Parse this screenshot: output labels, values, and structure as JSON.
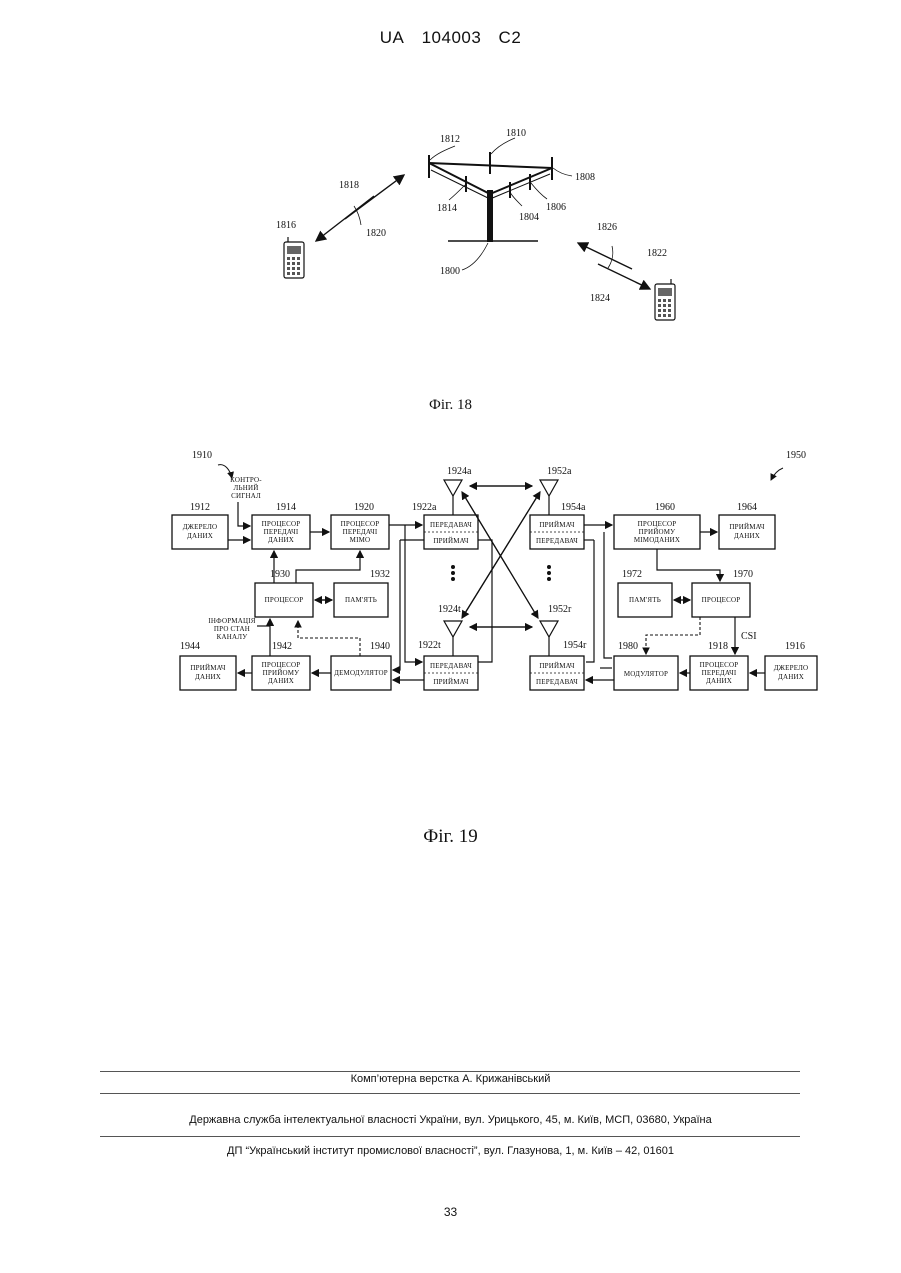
{
  "header": {
    "country": "UA",
    "number": "104003",
    "kind": "C2"
  },
  "fig18": {
    "caption": "Фіг. 18",
    "labels": {
      "l1810": "1810",
      "l1812": "1812",
      "l1808": "1808",
      "l1814": "1814",
      "l1804": "1804",
      "l1806": "1806",
      "l1800": "1800",
      "l1818": "1818",
      "l1820": "1820",
      "l1816": "1816",
      "l1826": "1826",
      "l1822": "1822",
      "l1824": "1824"
    }
  },
  "fig19": {
    "caption": "Фіг. 19",
    "numbers": {
      "n1910": "1910",
      "n1950": "1950",
      "n1912": "1912",
      "n1914": "1914",
      "n1920": "1920",
      "n1922a": "1922a",
      "n1924a": "1924a",
      "n1952a": "1952a",
      "n1954a": "1954a",
      "n1960": "1960",
      "n1964": "1964",
      "n1930": "1930",
      "n1932": "1932",
      "n1972": "1972",
      "n1970": "1970",
      "n1924t": "1924t",
      "n1952r": "1952r",
      "n1922t": "1922t",
      "n1954r": "1954r",
      "n1944": "1944",
      "n1942": "1942",
      "n1940": "1940",
      "n1980": "1980",
      "n1918": "1918",
      "n1916": "1916",
      "csi": "CSI"
    },
    "blocks": {
      "src_l1": "ДЖЕРЕЛО",
      "src_l2": "ДАНИХ",
      "tx_proc_l1": "ПРОЦЕСОР",
      "tx_proc_l2": "ПЕРЕДАЧІ",
      "tx_proc_l3": "ДАНИХ",
      "mimo_tx_l1": "ПРОЦЕСОР",
      "mimo_tx_l2": "ПЕРЕДАЧІ",
      "mimo_tx_l3": "МІМО",
      "transmitter": "ПЕРЕДАВАЧ",
      "receiver": "ПРИЙМАЧ",
      "rx_mimo_l1": "ПРОЦЕСОР",
      "rx_mimo_l2": "ПРИЙОМУ",
      "rx_mimo_l3": "МІМОДАНИХ",
      "sink_l1": "ПРИЙМАЧ",
      "sink_l2": "ДАНИХ",
      "processor": "ПРОЦЕСОР",
      "memory": "ПАМ'ЯТЬ",
      "rx_proc_l1": "ПРОЦЕСОР",
      "rx_proc_l2": "ПРИЙОМУ",
      "rx_proc_l3": "ДАНИХ",
      "demodulator": "ДЕМОДУЛЯТОР",
      "modulator": "МОДУЛЯТОР",
      "control_l1": "КОНТРО-",
      "control_l2": "ЛЬНИЙ",
      "control_l3": "СИГНАЛ",
      "csi_info_l1": "ІНФОРМАЦІЯ",
      "csi_info_l2": "ПРО СТАН",
      "csi_info_l3": "КАНАЛУ"
    }
  },
  "footer": {
    "typesetting": "Комп’ютерна верстка А. Крижанівський",
    "agency": "Державна служба інтелектуальної власності України, вул. Урицького, 45, м. Київ, МСП, 03680, Україна",
    "institute": "ДП “Український інститут промислової власності”, вул. Глазунова, 1, м. Київ – 42, 01601",
    "page": "33"
  }
}
